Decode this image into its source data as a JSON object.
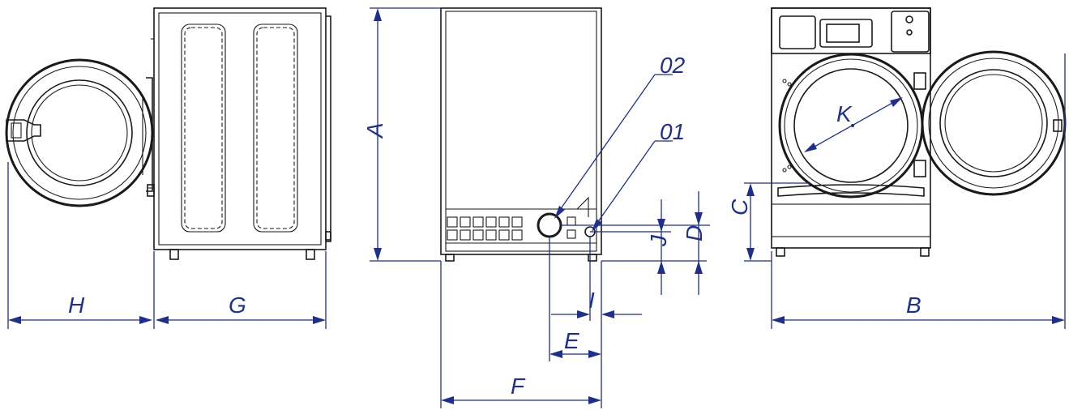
{
  "dimension_labels": {
    "A": "A",
    "B": "B",
    "C": "C",
    "D": "D",
    "E": "E",
    "F": "F",
    "G": "G",
    "H": "H",
    "I": "I",
    "J": "J",
    "K": "K"
  },
  "callouts": {
    "c01": "01",
    "c02": "02"
  },
  "colors": {
    "dimension": "#1f2f8f",
    "outline": "#1a1a1a",
    "background": "#ffffff"
  }
}
